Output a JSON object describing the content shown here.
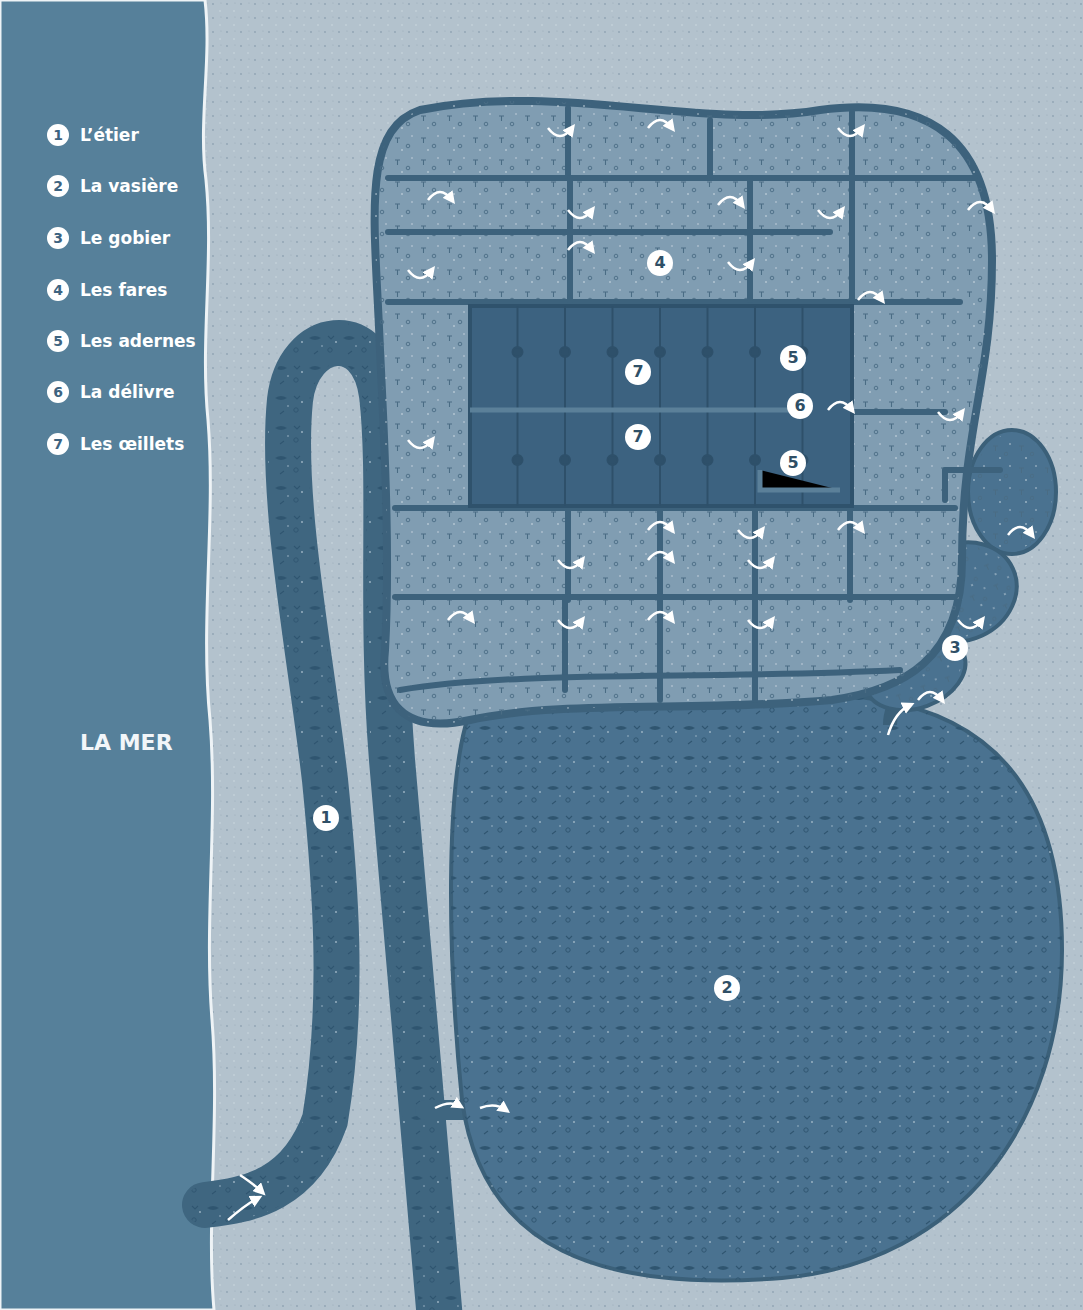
{
  "diagram": {
    "labels": [
      "1",
      "2",
      "3",
      "4",
      "5",
      "6",
      "7",
      "LA MER",
      "4",
      "7",
      "5",
      "6",
      "7",
      "5",
      "3",
      "1",
      "2"
    ],
    "legend": [
      {
        "text": "L’étier"
      },
      {
        "text": "La vasière"
      },
      {
        "text": "Le gobier"
      },
      {
        "text": "Les fares"
      },
      {
        "text": "Les adernes"
      },
      {
        "text": "La délivre"
      },
      {
        "text": "Les œillets"
      }
    ]
  }
}
